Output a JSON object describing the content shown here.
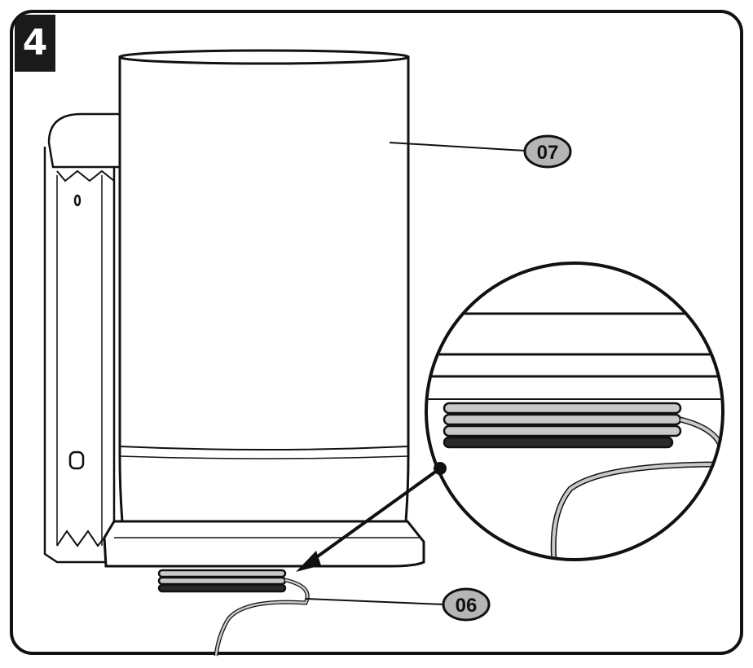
{
  "step": {
    "number": "4"
  },
  "callouts": [
    {
      "id": "07",
      "label": "07"
    },
    {
      "id": "06",
      "label": "06"
    }
  ],
  "colors": {
    "badge_bg": "#1a1a1a",
    "callout_fill": "#b5b5b5",
    "line": "#111111",
    "cord_fill": "#c9c9c9"
  }
}
